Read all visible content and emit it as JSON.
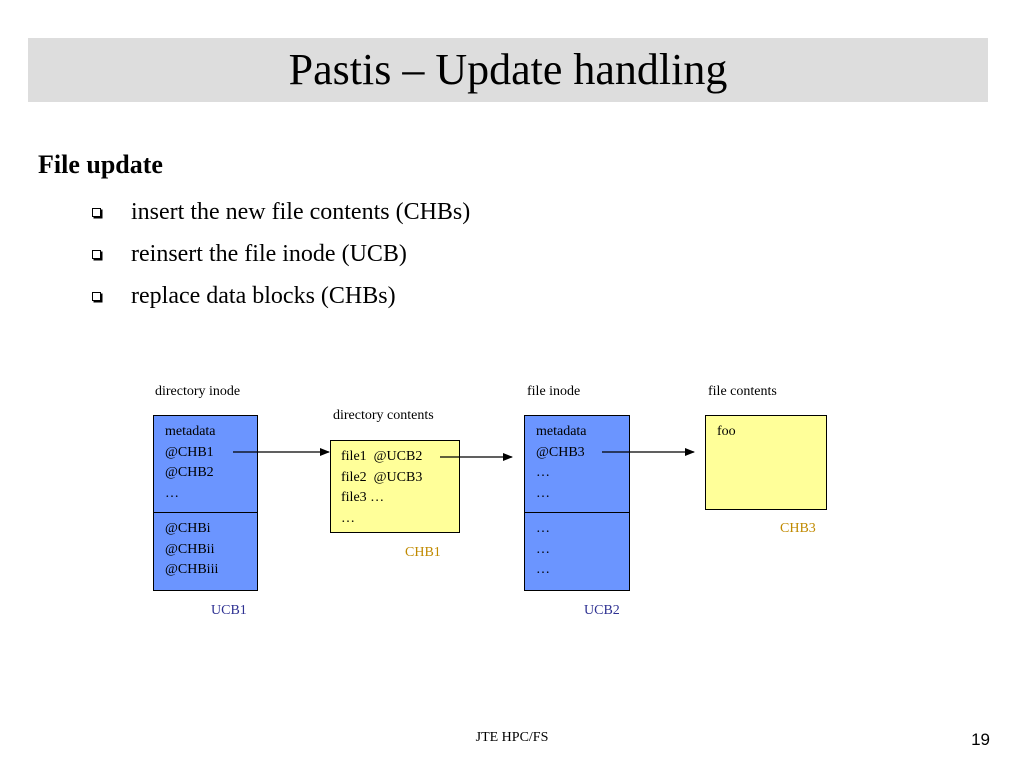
{
  "slide": {
    "title": "Pastis – Update handling",
    "heading": "File update",
    "bullets": [
      "insert the new file contents (CHBs)",
      "reinsert the file inode (UCB)",
      "replace data blocks (CHBs)"
    ],
    "footer": "JTE HPC/FS",
    "page_number": "19"
  },
  "diagram": {
    "labels": {
      "directory_inode": "directory inode",
      "directory_contents": "directory contents",
      "file_inode": "file inode",
      "file_contents": "file contents"
    },
    "ucb1": {
      "top": [
        "metadata",
        "@CHB1",
        "@CHB2",
        "…"
      ],
      "bottom": [
        "@CHBi",
        "@CHBii",
        "@CHBiii"
      ],
      "tag": "UCB1"
    },
    "chb1": {
      "lines": [
        "file1  @UCB2",
        "file2  @UCB3",
        "file3 …",
        "…"
      ],
      "tag": "CHB1"
    },
    "ucb2": {
      "top": [
        "metadata",
        "@CHB3",
        "…",
        "…"
      ],
      "bottom": [
        "…",
        "…",
        "…"
      ],
      "tag": "UCB2"
    },
    "chb3": {
      "lines": [
        "foo"
      ],
      "tag": "CHB3"
    },
    "colors": {
      "ucb_fill": "#6b95ff",
      "chb_fill": "#ffff99",
      "ucb_tag": "#2e3192",
      "chb_tag": "#c08a00",
      "title_bar": "#dddddd"
    }
  }
}
